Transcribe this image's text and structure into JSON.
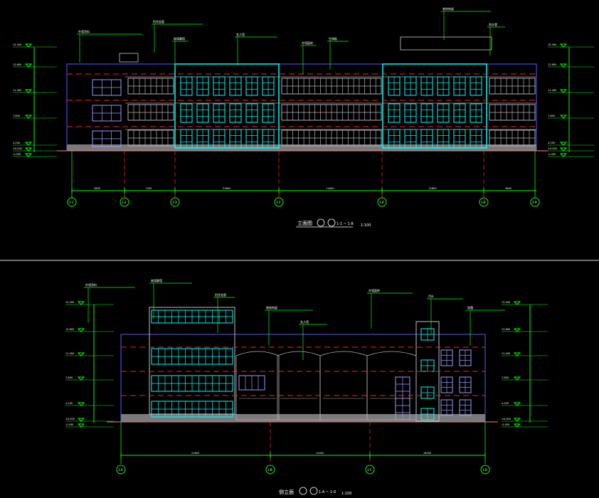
{
  "colors": {
    "background": "#000000",
    "grid": "#00ff00",
    "axis": "#ff2020",
    "glass": "#00ffff",
    "wall": "#5a5aff",
    "frame": "#c0c0c0",
    "ground": "#808080",
    "separator": "#ffffff"
  },
  "elevation_top": {
    "title": "立面图",
    "axis_range": "1-1 ~ 1-8",
    "scale": "1:100",
    "axis_labels": [
      "1-1",
      "1-2",
      "1-3",
      "1-5",
      "1-6",
      "1-8",
      "1-9"
    ],
    "dims": [
      "3600",
      "7200",
      "21600",
      "14400",
      "21600",
      "3600"
    ],
    "notes": [
      "外墙涂料",
      "铝合金窗",
      "玻璃幕墙",
      "女儿墙",
      "外墙面砖",
      "空调板",
      "装饰构架",
      "雨水管"
    ],
    "levels": [
      "15.300",
      "12.600",
      "11.400",
      "7.800",
      "4.200",
      "±0.000",
      "-0.450"
    ]
  },
  "elevation_bottom": {
    "title": "侧立面",
    "axis_range": "1-A ~ 1-D",
    "scale": "1:100",
    "axis_labels": [
      "1-A",
      "1-B",
      "1-C",
      "1-D"
    ],
    "dims": [
      "21600",
      "14400",
      "16200"
    ],
    "notes": [
      "外墙涂料",
      "玻璃幕墙",
      "铝合金窗",
      "装饰构架",
      "女儿墙",
      "外墙面砖",
      "百叶",
      "雨篷"
    ],
    "levels": [
      "15.300",
      "12.600",
      "11.400",
      "7.800",
      "4.200",
      "±0.000",
      "-0.450"
    ]
  }
}
